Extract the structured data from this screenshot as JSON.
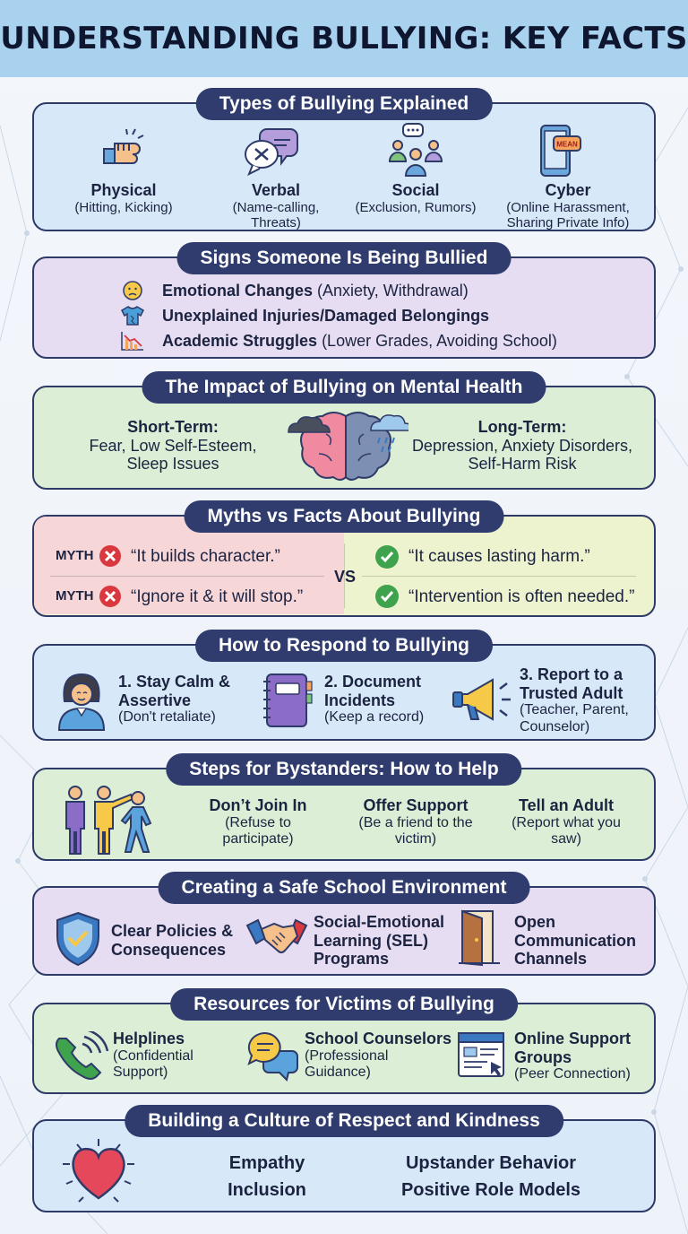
{
  "title": "UNDERSTANDING BULLYING: KEY FACTS",
  "types": {
    "heading": "Types of Bullying Explained",
    "items": [
      {
        "label": "Physical",
        "desc": "(Hitting, Kicking)",
        "icon": "fist-icon"
      },
      {
        "label": "Verbal",
        "desc": "(Name-calling, Threats)",
        "icon": "speech-bubble-icon"
      },
      {
        "label": "Social",
        "desc": "(Exclusion, Rumors)",
        "icon": "people-group-icon"
      },
      {
        "label": "Cyber",
        "desc": "(Online Harassment, Sharing Private Info)",
        "icon": "phone-icon",
        "badge": "MEAN"
      }
    ]
  },
  "signs": {
    "heading": "Signs Someone Is Being Bullied",
    "items": [
      {
        "bold": "Emotional Changes",
        "rest": " (Anxiety, Withdrawal)"
      },
      {
        "bold": "Unexplained Injuries/Damaged Belongings",
        "rest": ""
      },
      {
        "bold": "Academic Struggles",
        "rest": " (Lower Grades, Avoiding School)"
      }
    ]
  },
  "impact": {
    "heading": "The Impact of Bullying on Mental Health",
    "short_title": "Short-Term:",
    "short_desc": "Fear, Low Self-Esteem, Sleep Issues",
    "long_title": "Long-Term:",
    "long_desc": "Depression, Anxiety Disorders, Self-Harm Risk"
  },
  "myths": {
    "heading": "Myths vs Facts About Bullying",
    "myth_label": "MYTH",
    "vs": "VS",
    "myths": [
      "“It builds character.”",
      "“Ignore it & it will stop.”"
    ],
    "facts": [
      "“It causes lasting harm.”",
      "“Intervention is often needed.”"
    ]
  },
  "respond": {
    "heading": "How to Respond to Bullying",
    "steps": [
      {
        "title": "1. Stay Calm & Assertive",
        "desc": "(Don't retaliate)"
      },
      {
        "title": "2. Document Incidents",
        "desc": "(Keep a record)"
      },
      {
        "title": "3. Report to a Trusted Adult",
        "desc": "(Teacher, Parent, Counselor)"
      }
    ]
  },
  "bystanders": {
    "heading": "Steps for Bystanders: How to Help",
    "items": [
      {
        "title": "Don’t Join In",
        "desc": "(Refuse to participate)"
      },
      {
        "title": "Offer Support",
        "desc": "(Be a friend to the victim)"
      },
      {
        "title": "Tell an Adult",
        "desc": "(Report what you saw)"
      }
    ]
  },
  "safe": {
    "heading": "Creating a Safe School Environment",
    "items": [
      {
        "title": "Clear Policies & Consequences"
      },
      {
        "title": "Social-Emotional Learning (SEL) Programs"
      },
      {
        "title": "Open Communication Channels"
      }
    ]
  },
  "resources": {
    "heading": "Resources for Victims of Bullying",
    "items": [
      {
        "title": "Helplines",
        "desc": "(Confidential Support)"
      },
      {
        "title": "School Counselors",
        "desc": "(Professional Guidance)"
      },
      {
        "title": "Online Support Groups",
        "desc": "(Peer Connection)"
      }
    ]
  },
  "culture": {
    "heading": "Building a Culture of Respect and Kindness",
    "col1": [
      "Empathy",
      "Inclusion"
    ],
    "col2": [
      "Upstander Behavior",
      "Positive Role Models"
    ]
  },
  "colors": {
    "navy": "#2f3c6d",
    "blue_panel": "#d7e9f8",
    "purple_panel": "#e6ddf3",
    "green_panel": "#dcefd6",
    "myth_red": "#f7d6d8",
    "fact_yellow": "#eef3cf"
  }
}
